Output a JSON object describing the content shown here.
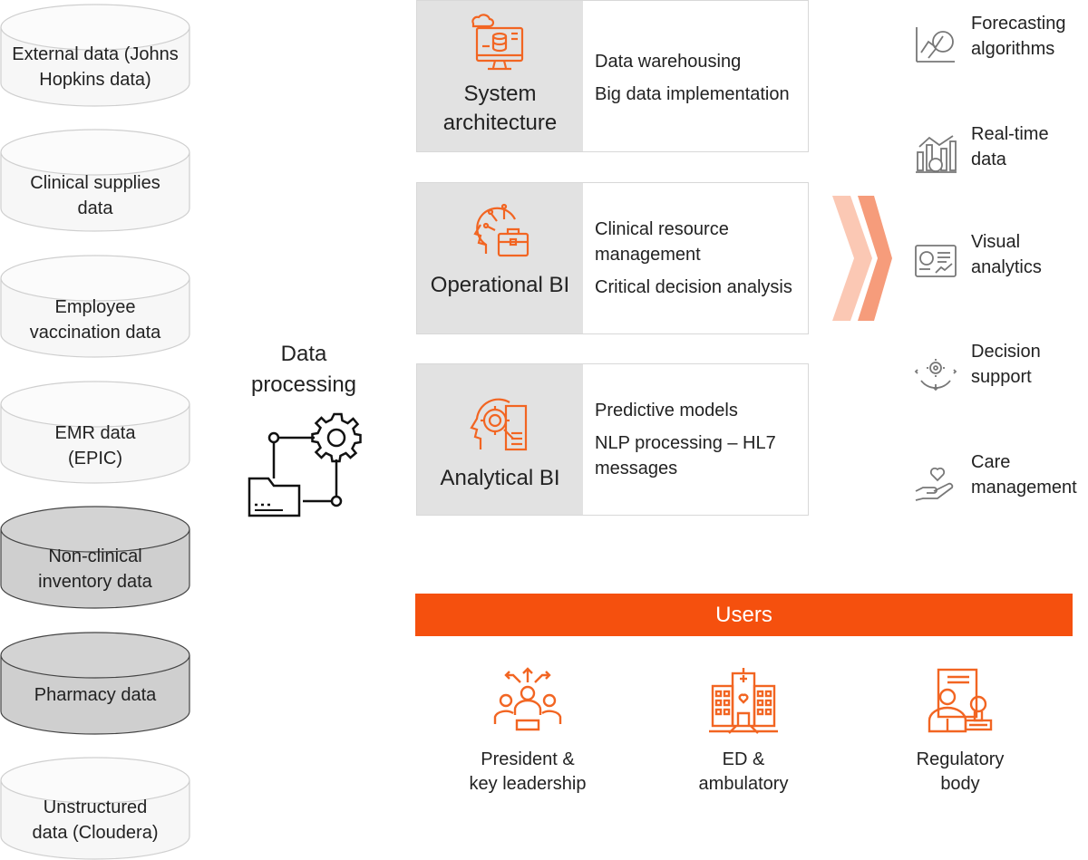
{
  "data_sources": [
    {
      "label": "External data\n(Johns Hopkins data)",
      "text": "External data (Johns Hopkins data)",
      "shaded": false
    },
    {
      "label": "Clinical supplies data",
      "text": "Clinical supplies data",
      "shaded": false
    },
    {
      "label": "Employee vaccination data",
      "text": "Employee vaccination data",
      "shaded": false
    },
    {
      "label": "EMR data (EPIC)",
      "text": "EMR data (EPIC)",
      "shaded": false
    },
    {
      "label": "Non-clinical inventory data",
      "text": "Non-clinical inventory data",
      "shaded": true
    },
    {
      "label": "Pharmacy data",
      "text": "Pharmacy data",
      "shaded": true
    },
    {
      "label": "Unstructured data (Cloudera)",
      "text": "Unstructured data (Cloudera)",
      "shaded": false
    }
  ],
  "processing": {
    "label": "Data\nprocessing"
  },
  "bi_blocks": [
    {
      "title": "System architecture",
      "items": [
        "Data warehousing",
        "Big data implementation"
      ],
      "icon": "monitor-database-icon"
    },
    {
      "title": "Operational BI",
      "items": [
        "Clinical resource management",
        "Critical decision analysis"
      ],
      "icon": "brain-briefcase-icon"
    },
    {
      "title": "Analytical BI",
      "items": [
        "Predictive models",
        "NLP processing – HL7 messages"
      ],
      "icon": "brain-analysis-icon"
    }
  ],
  "outputs": [
    {
      "label": "Forecasting\nalgorithms",
      "icon": "forecasting-icon"
    },
    {
      "label": "Real-time\ndata",
      "icon": "realtime-chart-icon"
    },
    {
      "label": "Visual\nanalytics",
      "icon": "dashboard-icon"
    },
    {
      "label": "Decision\nsupport",
      "icon": "gear-arrows-icon"
    },
    {
      "label": "Care\nmanagement",
      "icon": "hand-heart-icon"
    }
  ],
  "users": {
    "title": "Users",
    "items": [
      {
        "label": "President &\nkey leadership",
        "icon": "leadership-icon"
      },
      {
        "label": "ED &\nambulatory",
        "icon": "hospital-icon"
      },
      {
        "label": "Regulatory\nbody",
        "icon": "regulator-icon"
      }
    ]
  },
  "colors": {
    "accent": "#f5500e",
    "icon_orange": "#f26522",
    "panel_gray": "#e2e2e2",
    "shaded_cylinder": "#cfcfcf"
  }
}
